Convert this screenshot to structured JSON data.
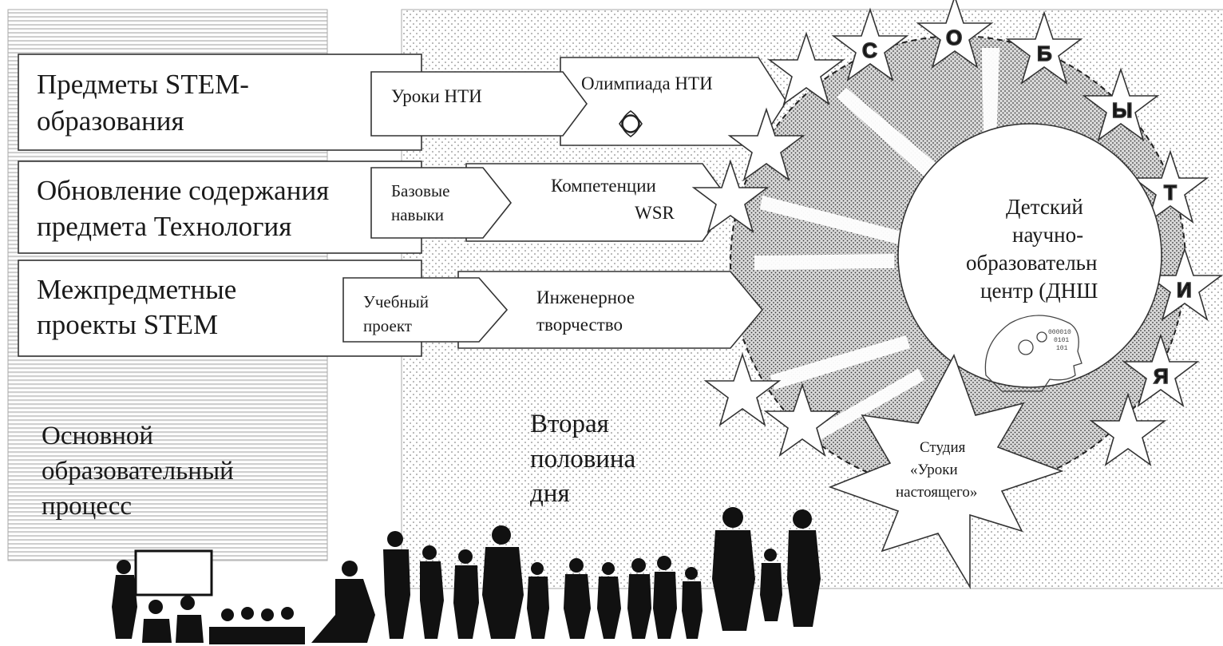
{
  "rows": [
    {
      "title_lines": [
        "Предметы STEM-",
        "образования"
      ],
      "inner": [
        "Уроки НТИ"
      ],
      "outer": [
        "Олимпиада НТИ"
      ]
    },
    {
      "title_lines": [
        "Обновление содержания",
        "предмета Технология"
      ],
      "inner": [
        "Базовые",
        "навыки"
      ],
      "outer": [
        "Компетенции",
        "WSR"
      ]
    },
    {
      "title_lines": [
        "Межпредметные",
        "проекты STEM"
      ],
      "inner": [
        "Учебный",
        "проект"
      ],
      "outer": [
        "Инженерное",
        "творчество"
      ]
    }
  ],
  "left_zone": {
    "lines": [
      "Основной",
      "образовательный",
      "процесс"
    ]
  },
  "right_zone": {
    "lines": [
      "Вторая",
      "половина",
      "дня"
    ]
  },
  "center": {
    "lines": [
      "Детский",
      "научно-",
      "образовательн",
      "центр (ДНШ"
    ]
  },
  "studio": {
    "lines": [
      "Студия",
      "«Уроки",
      "настоящего»"
    ]
  },
  "star_letters": [
    "С",
    "О",
    "Б",
    "Ы",
    "Т",
    "И",
    "Я"
  ],
  "icons": [
    "nti-logo-icon",
    "robot-head-icon",
    "people-silhouettes-icon",
    "classroom-silhouette-icon"
  ],
  "colors": {
    "stroke": "#333333",
    "stipple": "#555555",
    "stripe": "#d0d0d0"
  }
}
